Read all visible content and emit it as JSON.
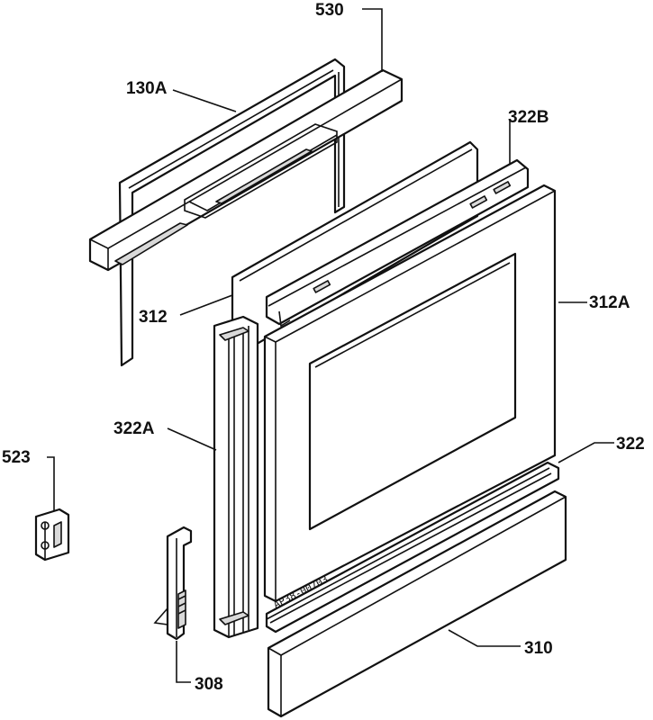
{
  "diagram": {
    "part_labels": {
      "p530": "530",
      "p130a": "130A",
      "p322b": "322B",
      "p312": "312",
      "p312a": "312A",
      "p322a": "322A",
      "p322": "322",
      "p523": "523",
      "p308": "308",
      "p310": "310"
    },
    "stamp_text": "AP38-00703"
  }
}
